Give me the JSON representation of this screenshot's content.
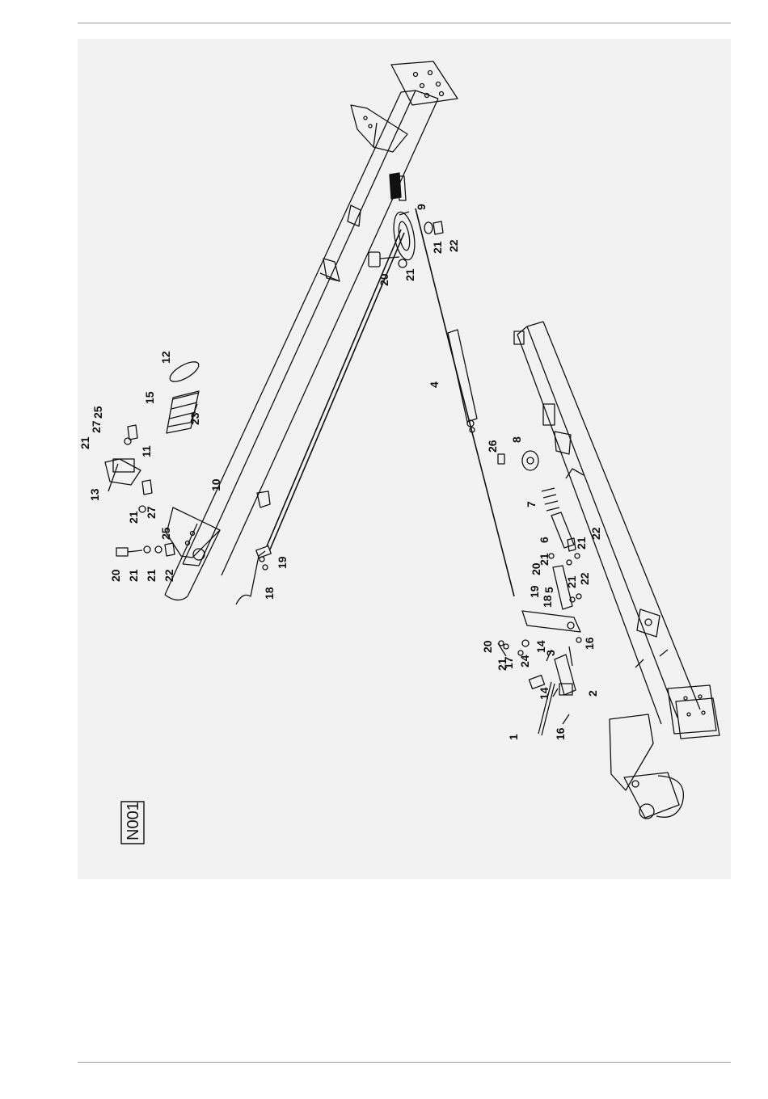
{
  "diagram": {
    "figure_code": "N001",
    "part_labels": [
      "1",
      "2",
      "3",
      "4",
      "5",
      "6",
      "7",
      "8",
      "9",
      "10",
      "11",
      "12",
      "13",
      "14",
      "14",
      "15",
      "16",
      "16",
      "17",
      "18",
      "18",
      "19",
      "19",
      "20",
      "20",
      "20",
      "20",
      "21",
      "21",
      "21",
      "21",
      "21",
      "21",
      "21",
      "21",
      "21",
      "21",
      "22",
      "22",
      "22",
      "22",
      "23",
      "24",
      "25",
      "25",
      "26",
      "27",
      "27"
    ]
  }
}
